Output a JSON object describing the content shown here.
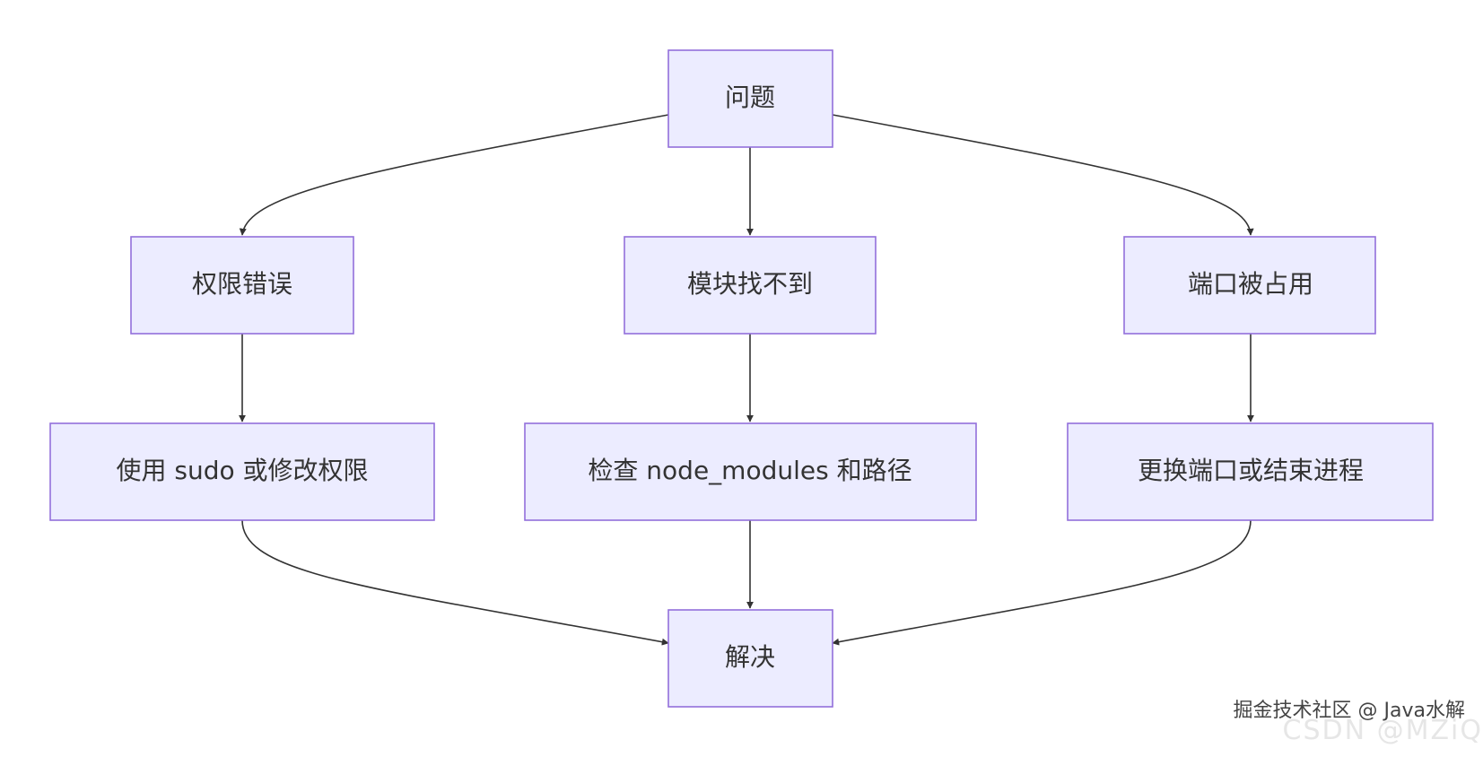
{
  "nodes": {
    "problem": "问题",
    "permission_error": "权限错误",
    "module_not_found": "模块找不到",
    "port_in_use": "端口被占用",
    "fix_permission": "使用 sudo 或修改权限",
    "fix_module": "检查 node_modules 和路径",
    "fix_port": "更换端口或结束进程",
    "solved": "解决"
  },
  "watermark": {
    "text": "掘金技术社区 @ Java水解",
    "faint_text": "CSDN @MZiQ"
  },
  "colors": {
    "node_fill": "#ECECFF",
    "node_border": "#9370DB",
    "edge": "#333333",
    "text": "#333333"
  }
}
